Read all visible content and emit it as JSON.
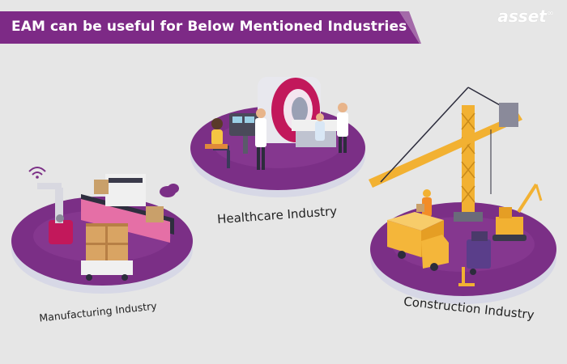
{
  "banner": {
    "title": "EAM can be useful for Below Mentioned Industries"
  },
  "logo": {
    "text": "asset",
    "mark": "∞"
  },
  "industries": [
    {
      "label": "Healthcare Industry",
      "icon": "healthcare-scene"
    },
    {
      "label": "Manufacturing Industry",
      "icon": "manufacturing-scene"
    },
    {
      "label": "Construction Industry",
      "icon": "construction-scene"
    }
  ],
  "colors": {
    "background": "#e6e6e6",
    "banner": "#7d2a86",
    "platform": "#7b2f86",
    "platform_rim": "#d6d7e6",
    "crane": "#f2b132",
    "truck": "#f4b63a"
  }
}
